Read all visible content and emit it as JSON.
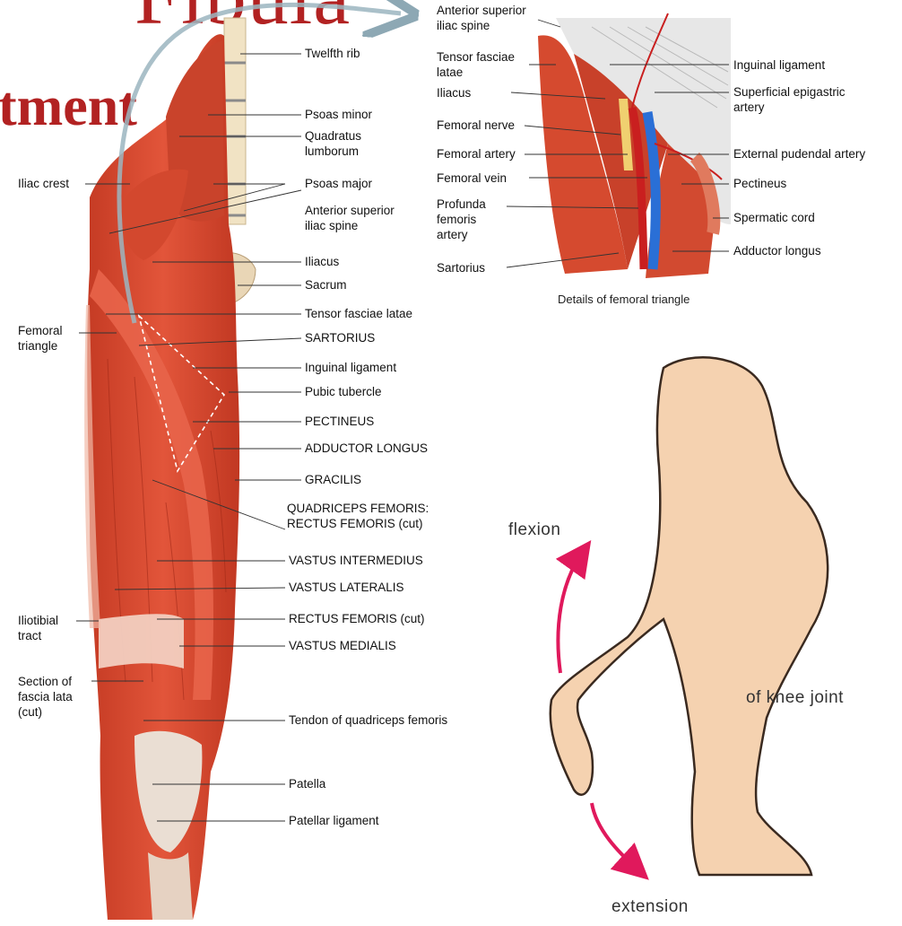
{
  "slide": {
    "title_line1": "Fibula",
    "title_line2": "tment"
  },
  "thigh_diagram": {
    "labels_right": [
      "Twelfth rib",
      "Psoas minor",
      "Quadratus\nlumborum",
      "Psoas major",
      "Anterior superior\niliac spine",
      "Iliacus",
      "Sacrum",
      "Tensor fasciae latae",
      "SARTORIUS",
      "Inguinal ligament",
      "Pubic tubercle",
      "PECTINEUS",
      "ADDUCTOR LONGUS",
      "GRACILIS",
      "QUADRICEPS FEMORIS:\nRECTUS FEMORIS (cut)",
      "VASTUS INTERMEDIUS",
      "VASTUS LATERALIS",
      "RECTUS FEMORIS (cut)",
      "VASTUS MEDIALIS",
      "Tendon of quadriceps femoris",
      "Patella",
      "Patellar ligament"
    ],
    "labels_left": [
      "Iliac crest",
      "Femoral\ntriangle",
      "Iliotibial\ntract",
      "Section of\nfascia lata\n(cut)"
    ]
  },
  "femoral_triangle": {
    "labels_left": [
      "Anterior superior\niliac spine",
      "Tensor fasciae\nlatae",
      "Iliacus",
      "Femoral nerve",
      "Femoral artery",
      "Femoral vein",
      "Profunda\nfemoris\nartery",
      "Sartorius"
    ],
    "labels_right": [
      "Inguinal ligament",
      "Superficial epigastric\nartery",
      "External pudendal artery",
      "Pectineus",
      "Spermatic cord",
      "Adductor longus"
    ],
    "caption": "Details of femoral triangle"
  },
  "knee_motion": {
    "flexion": "flexion",
    "joint": "of knee joint",
    "extension": "extension",
    "arrow_color": "#e0195c",
    "skin_color": "#f5d2b0"
  },
  "colors": {
    "title": "#b22222",
    "muscle": "#d9472e",
    "muscle_dark": "#b8321e",
    "vein": "#2a6fd6"
  }
}
